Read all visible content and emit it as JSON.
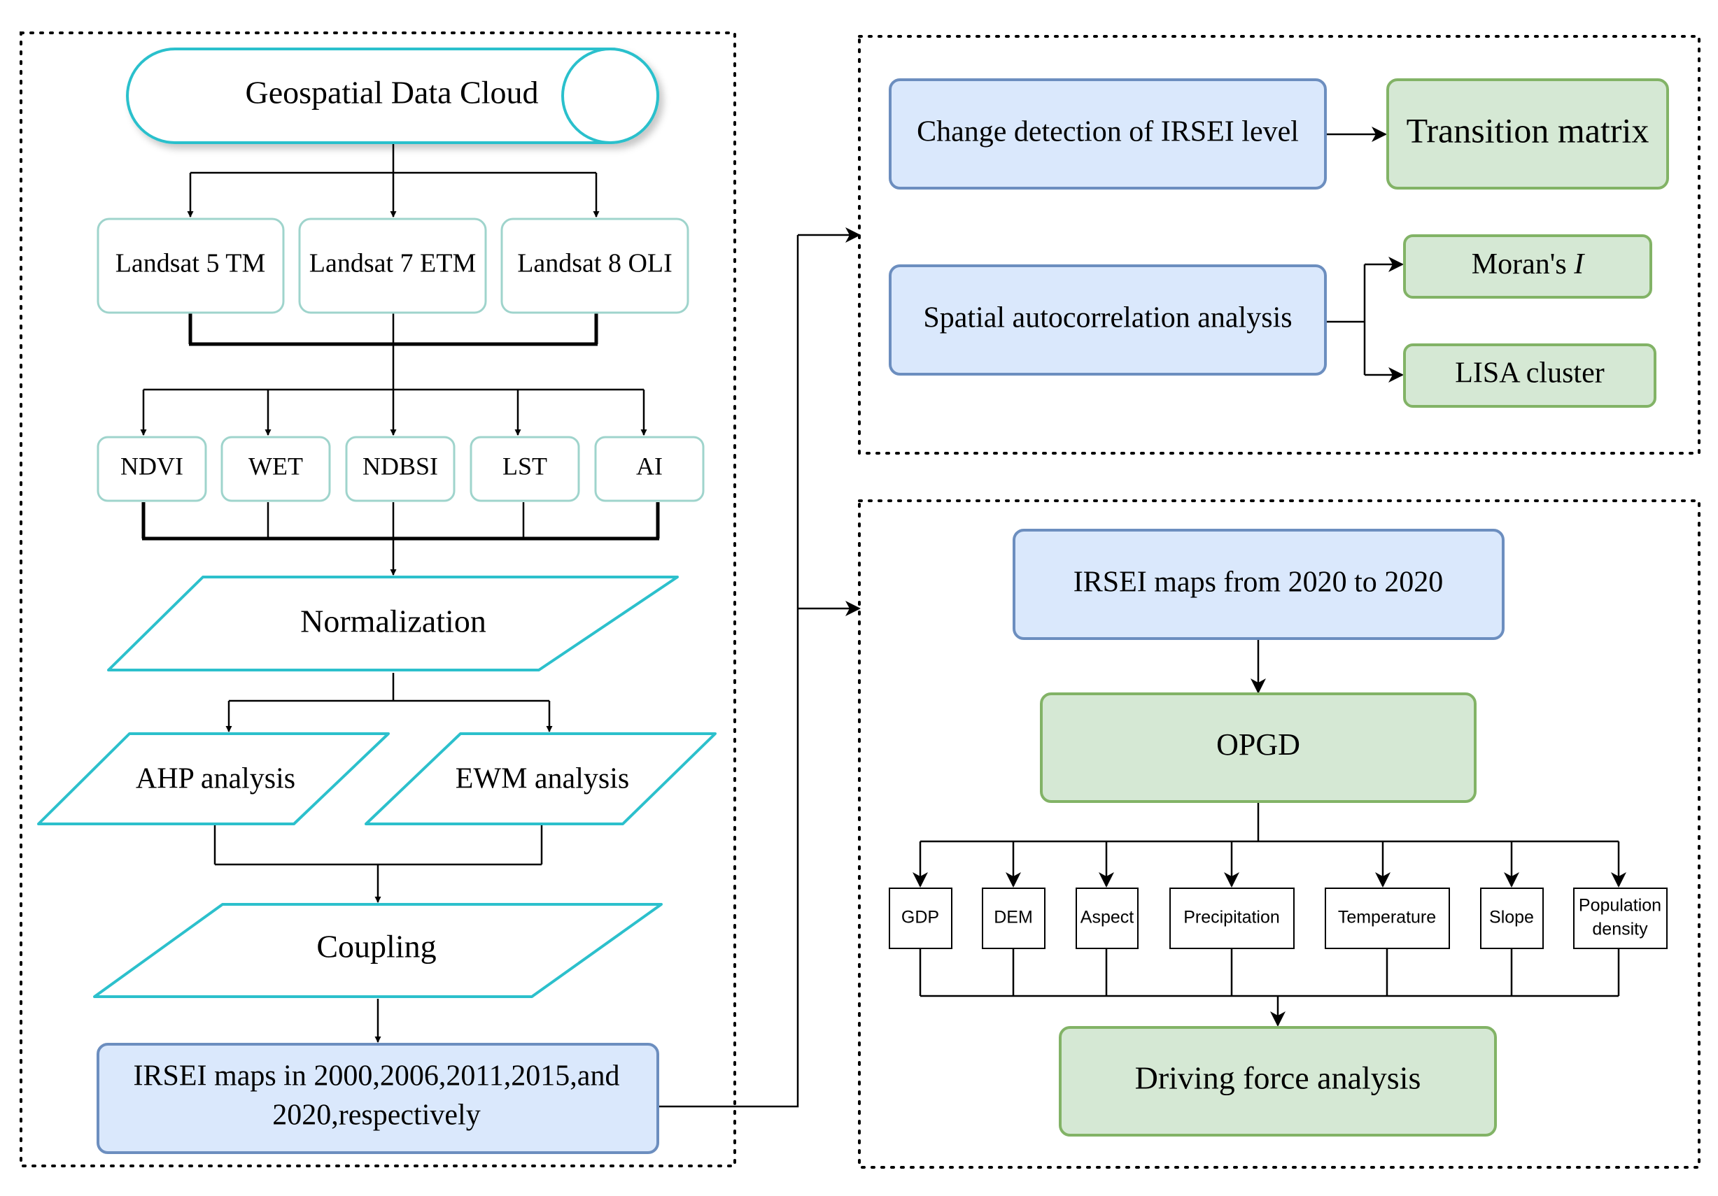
{
  "source": {
    "label": "Geospatial Data Cloud"
  },
  "landsat": [
    "Landsat 5 TM",
    "Landsat 7 ETM",
    "Landsat 8 OLI"
  ],
  "indices": [
    "NDVI",
    "WET",
    "NDBSI",
    "LST",
    "AI"
  ],
  "normalization": "Normalization",
  "weights": {
    "ahp": "AHP analysis",
    "ewm": "EWM analysis"
  },
  "coupling": "Coupling",
  "irsei_maps": {
    "line1": "IRSEI maps in 2000,2006,2011,2015,and",
    "line2": "2020,respectively"
  },
  "change_panel": {
    "change_detection": "Change detection of IRSEI level",
    "transition_matrix": "Transition matrix",
    "spatial_autocorrelation": "Spatial autocorrelation analysis",
    "morans_prefix": "Moran's ",
    "morans_i": "I",
    "lisa_cluster": "LISA cluster"
  },
  "driver_panel": {
    "irsei_range": "IRSEI maps from 2020 to 2020",
    "opgd": "OPGD",
    "factors": [
      "GDP",
      "DEM",
      "Aspect",
      "Precipitation",
      "Temperature",
      "Slope"
    ],
    "population_density": {
      "line1": "Population",
      "line2": "density"
    },
    "driving_force": "Driving force analysis"
  },
  "colors": {
    "teal_outline": "#2cc0cc",
    "blue_fill": "#dae8fc",
    "blue_outline": "#6c8ebf",
    "green_fill": "#d5e8d4",
    "green_outline": "#82b366"
  }
}
